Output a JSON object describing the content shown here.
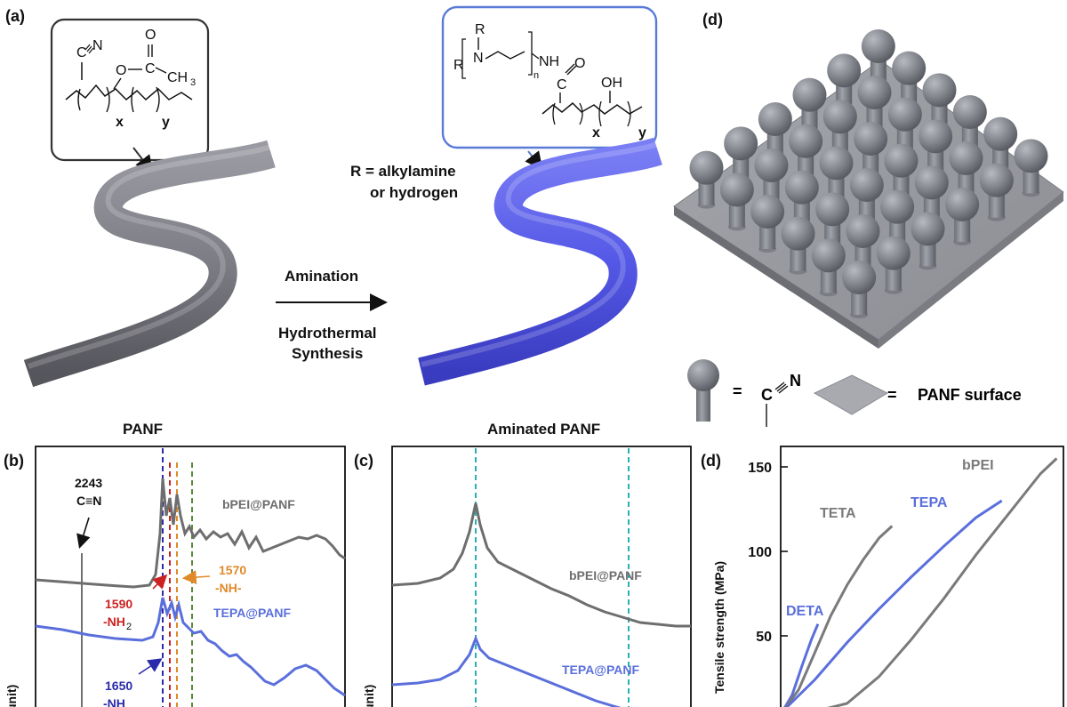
{
  "panel_labels": {
    "a": "(a)",
    "b": "(b)",
    "c": "(c)",
    "d_top": "(d)",
    "d_bottom": "(d)"
  },
  "structure_left": {
    "cn_c": "C",
    "cn_n": "N",
    "carbonyl_o": "O",
    "ester_o": "O",
    "ester_c": "C",
    "methyl": "CH",
    "methyl_sub": "3",
    "x": "x",
    "y": "y"
  },
  "structure_right": {
    "r1": "R",
    "r2": "R",
    "n_amine": "N",
    "n_sub": "n",
    "nh": "NH",
    "o_amide": "O",
    "c_amide": "C",
    "oh": "OH",
    "x": "x",
    "y": "y"
  },
  "r_definition": {
    "line1": "R = alkylamine",
    "line2": "or hydrogen"
  },
  "arrow": {
    "top": "Amination",
    "bottom1": "Hydrothermal",
    "bottom2": "Synthesis"
  },
  "fiber_labels": {
    "left": "PANF",
    "right": "Aminated PANF"
  },
  "legend_d": {
    "equals1": "=",
    "cn_c": "C",
    "cn_n": "N",
    "equals2": "=",
    "surface": "PANF surface"
  },
  "panel_b": {
    "peak_2243_line1": "2243",
    "peak_2243_line2": "C≡N",
    "trace_top": "bPEI@PANF",
    "trace_bottom": "TEPA@PANF",
    "peak_1570_line1": "1570",
    "peak_1570_line2": "-NH-",
    "peak_1590_line1": "1590",
    "peak_1590_line2": "-NH",
    "peak_1590_sub": "2",
    "peak_1650_line1": "1650",
    "peak_1650_line2": "-NH",
    "ylabel_fragment": "unit)"
  },
  "panel_c": {
    "trace_top": "bPEI@PANF",
    "trace_bottom": "TEPA@PANF",
    "ylabel_fragment": "unit)"
  },
  "colors": {
    "gray_fiber": "#808086",
    "blue_fiber": "#5a5ee8",
    "gray_trace": "#6e6e6e",
    "blue_trace": "#5a6fdc",
    "orange": "#e08a2a",
    "red": "#cc2222",
    "navy": "#2a2aaa",
    "teal": "#2ab0b0",
    "green": "#5a8a3a",
    "box_blue": "#5a7ad8"
  },
  "chart_data": {
    "type": "line",
    "ylabel": "Tensile strength (MPa)",
    "y_ticks": [
      "150",
      "100",
      "50"
    ],
    "ylim": [
      0,
      160
    ],
    "series": [
      {
        "name": "DETA",
        "x": [
          0.0,
          0.3,
          0.6,
          0.9,
          1.1
        ],
        "y": [
          0,
          15,
          32,
          48,
          57
        ]
      },
      {
        "name": "TETA",
        "x": [
          0.0,
          0.5,
          1.0,
          1.5,
          2.0,
          2.5,
          3.0,
          3.4
        ],
        "y": [
          0,
          18,
          40,
          62,
          80,
          95,
          108,
          115
        ]
      },
      {
        "name": "TEPA",
        "x": [
          0.0,
          1.0,
          2.0,
          3.0,
          4.0,
          5.0,
          6.0,
          6.8
        ],
        "y": [
          0,
          24,
          46,
          66,
          85,
          103,
          120,
          130
        ]
      },
      {
        "name": "bPEI",
        "x": [
          0.0,
          1.0,
          2.0,
          3.0,
          4.0,
          5.0,
          6.0,
          7.0,
          8.0,
          8.5
        ],
        "y": [
          0,
          2,
          10,
          26,
          48,
          72,
          98,
          122,
          146,
          155
        ]
      }
    ],
    "series_colors": [
      "#5a6fdc",
      "#7a7a7a",
      "#5a6fdc",
      "#7a7a7a"
    ]
  }
}
